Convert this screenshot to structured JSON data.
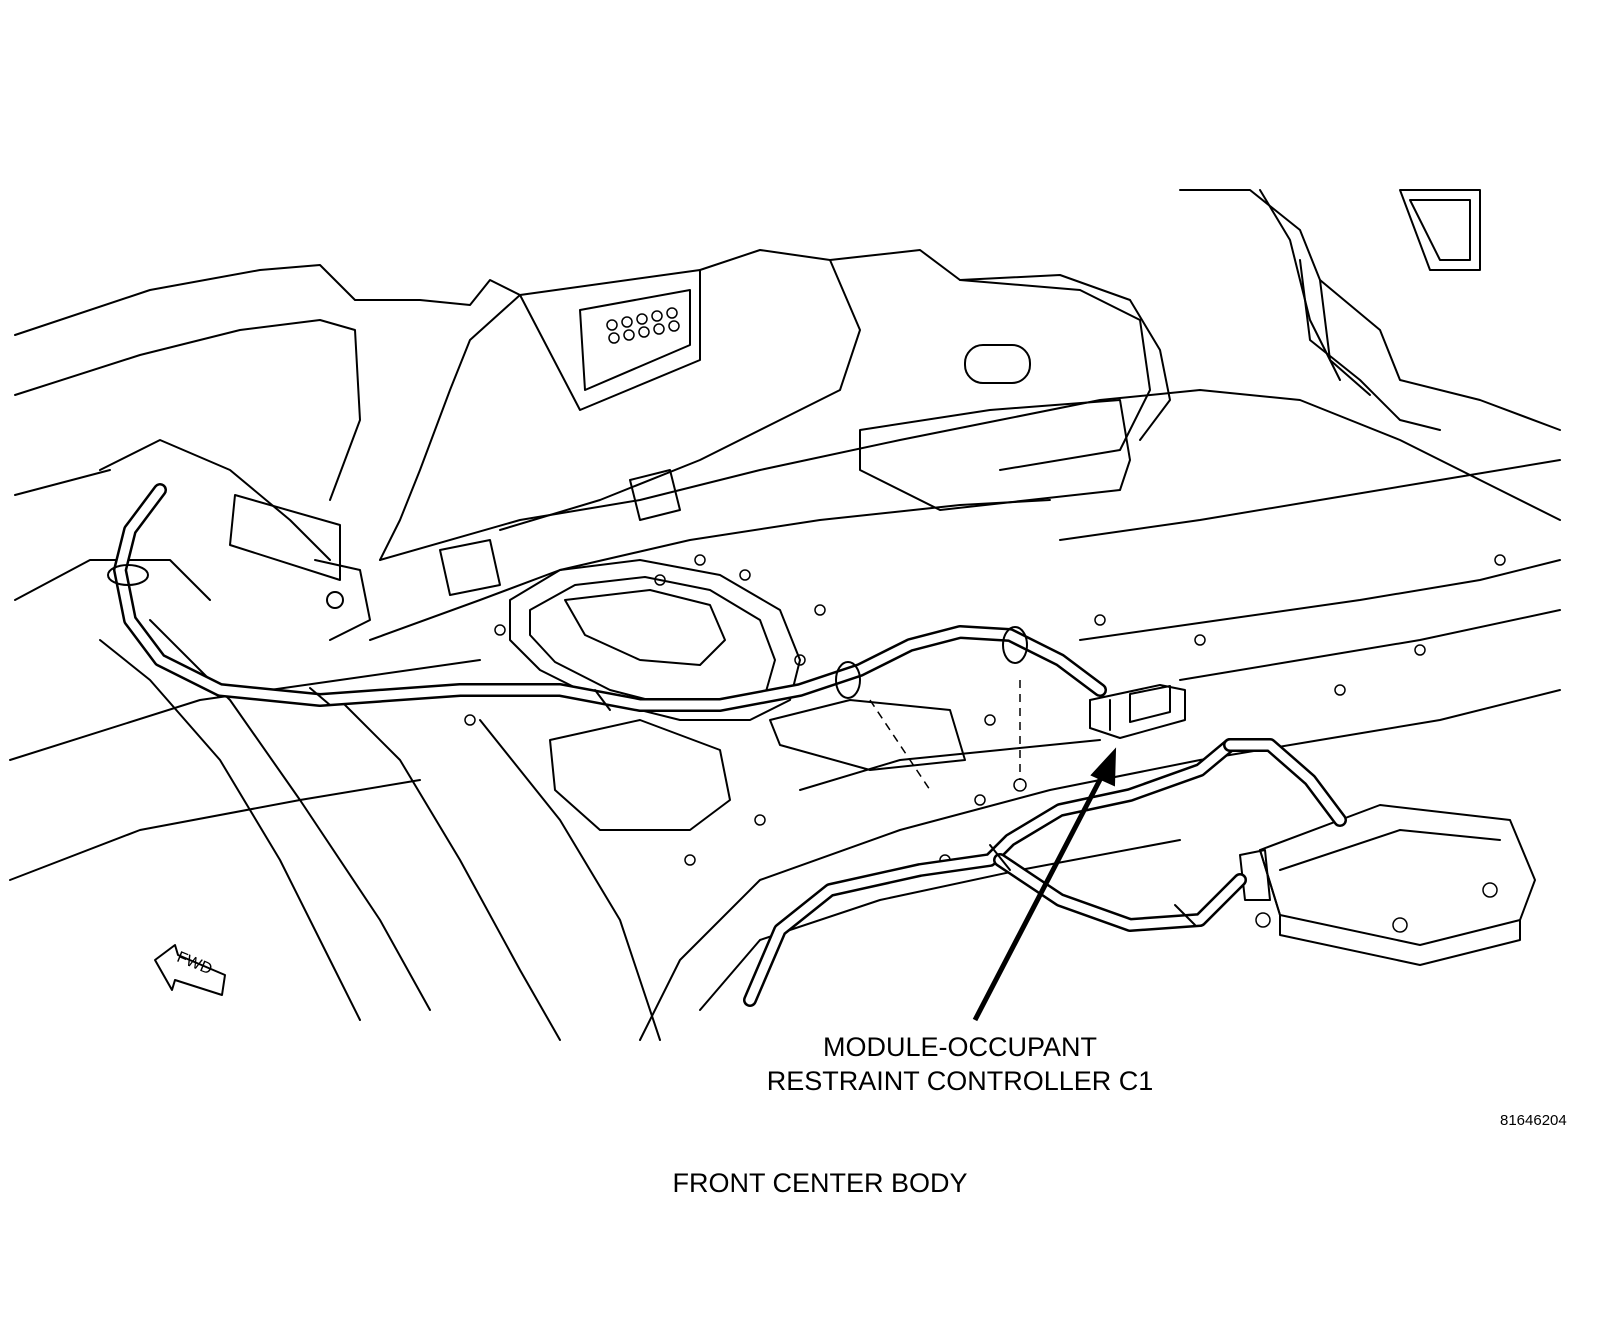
{
  "diagram": {
    "callout_line1": "MODULE-OCCUPANT",
    "callout_line2": "RESTRAINT CONTROLLER C1",
    "figure_id": "81646204",
    "caption": "FRONT CENTER BODY",
    "fwd_label": "FWD"
  },
  "colors": {
    "line": "#000000",
    "background": "#ffffff"
  }
}
